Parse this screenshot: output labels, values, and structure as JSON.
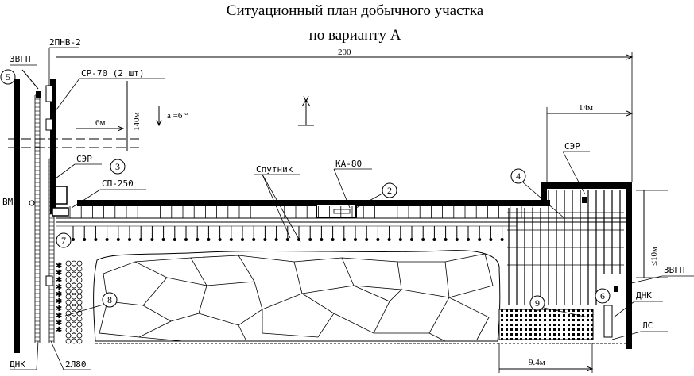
{
  "title_line1": "Ситуационный план добычного участка",
  "title_line2": "по варианту А",
  "dimensions": {
    "total_length": "200",
    "depth": "140м",
    "offset_6m": "6м",
    "offset_14m": "14м",
    "width_10m": "≤10м",
    "bottom_9_4m": "9.4м"
  },
  "equipment_labels": {
    "pnv": "2ПНВ-2",
    "zvgp_left": "ЗВГП",
    "zvgp_right": "ЗВГП",
    "sr70": "СР-70 (2 шт)",
    "ser_left": "СЭР",
    "sp250": "СП-250",
    "sputnik": "Спутник",
    "ka80": "КА-80",
    "ser_right": "СЭР",
    "vmp": "ВМП",
    "dnk_left": "ДНК",
    "dnk_right": "ДНК",
    "two_l80": "2Л80",
    "ls": "ЛС"
  },
  "slope_label": "a =6 °",
  "callouts": [
    "5",
    "3",
    "7",
    "2",
    "4",
    "8",
    "9",
    "6"
  ]
}
